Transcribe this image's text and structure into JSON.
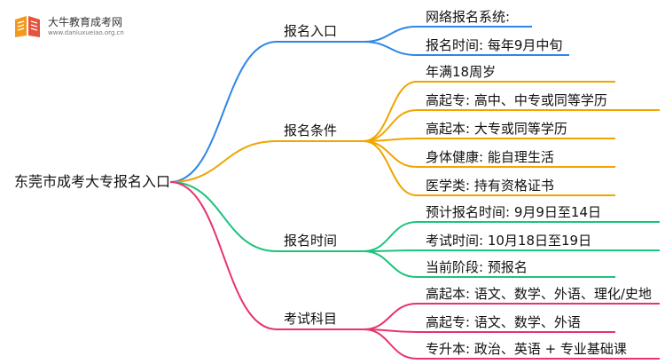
{
  "logo": {
    "title": "大牛教育成考网",
    "url": "www.daniuxueiao.org.cn",
    "icon": "book-logo-icon"
  },
  "root": "东莞市成考大专报名入口",
  "branches": [
    {
      "label": "报名入口",
      "color": "#2E86E6",
      "leaves": [
        "网络报名系统:",
        "报名时间: 每年9月中旬"
      ]
    },
    {
      "label": "报名条件",
      "color": "#F0A500",
      "leaves": [
        "年满18周岁",
        "高起专: 高中、中专或同等学历",
        "高起本: 大专或同等学历",
        "身体健康: 能自理生活",
        "医学类: 持有资格证书"
      ]
    },
    {
      "label": "报名时间",
      "color": "#1CC47C",
      "leaves": [
        "预计报名时间: 9月9日至14日",
        "考试时间: 10月18日至19日",
        "当前阶段: 预报名"
      ]
    },
    {
      "label": "考试科目",
      "color": "#E8336B",
      "leaves": [
        "高起本: 语文、数学、外语、理化/史地",
        "高起专: 语文、数学、外语",
        "专升本: 政治、英语 + 专业基础课"
      ]
    }
  ]
}
